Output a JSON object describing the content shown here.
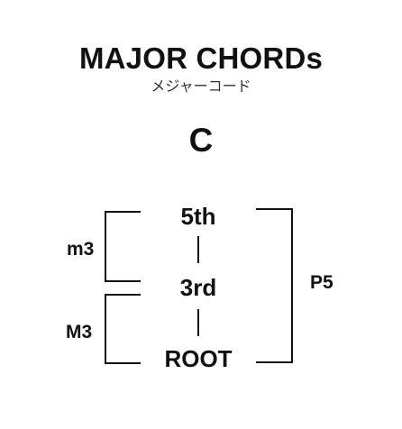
{
  "diagram": {
    "title": "MAJOR CHORDs",
    "subtitle": "メジャーコード",
    "key": "C",
    "notes": {
      "fifth": "5th",
      "third": "3rd",
      "root": "ROOT"
    },
    "intervals": {
      "minor_third": "m3",
      "major_third": "M3",
      "perfect_fifth": "P5"
    },
    "line_color": "#111111"
  }
}
